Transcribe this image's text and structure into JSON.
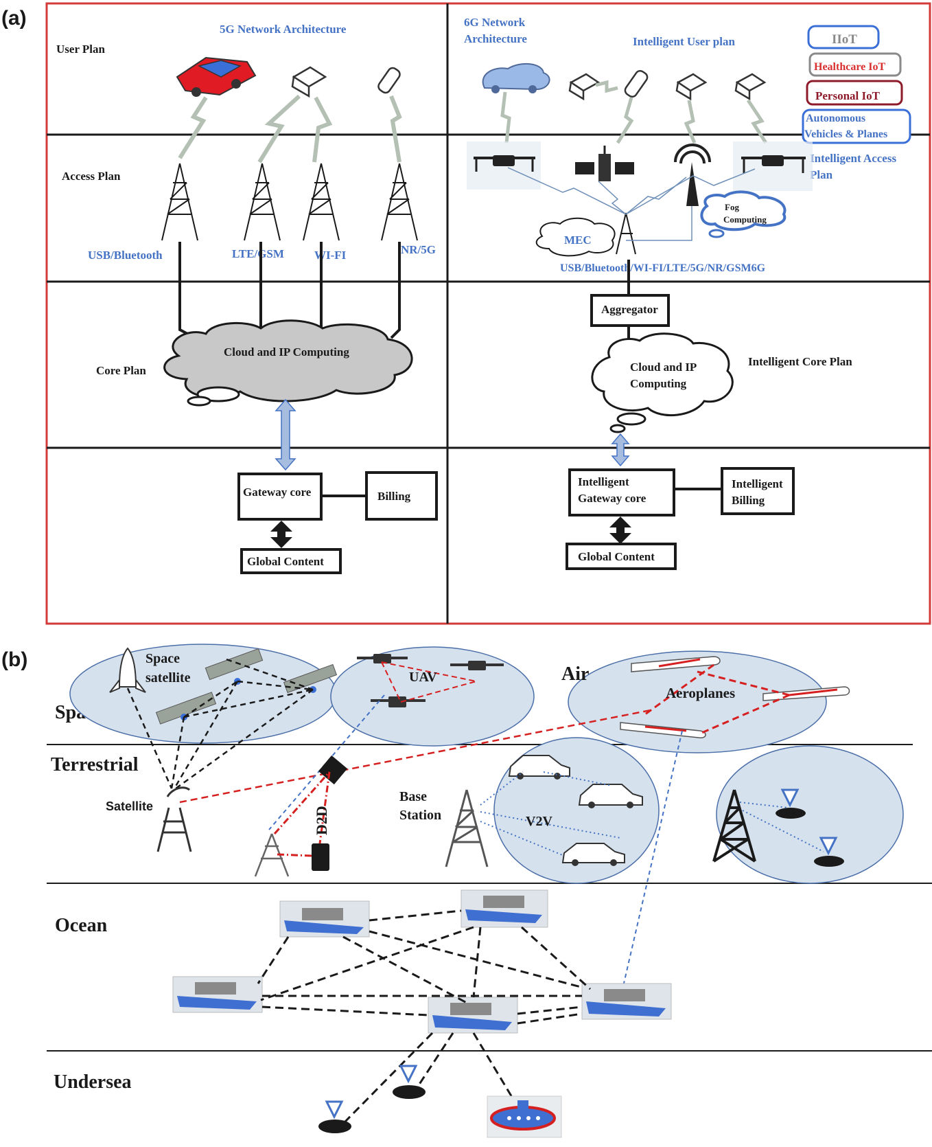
{
  "panel_a": {
    "label": "(a)",
    "left": {
      "title": "5G Network Architecture",
      "user_plan": "User Plan",
      "access_plan": "Access Plan",
      "core_plan": "Core Plan",
      "access_labels": [
        "USB/Bluetooth",
        "LTE/GSM",
        "WI-FI",
        "NR/5G"
      ],
      "cloud": "Cloud and IP Computing",
      "gateway": "Gateway core",
      "billing": "Billing",
      "global": "Global Content"
    },
    "right": {
      "title_line1": "6G Network",
      "title_line2": "Architecture",
      "user_plan": "Intelligent User plan",
      "access_line1": "Intelligent Access",
      "access_line2": "Plan",
      "core_plan": "Intelligent Core Plan",
      "iot": [
        "IIoT",
        "Healthcare IoT",
        "Personal IoT",
        "Autonomous",
        "Vehicles & Planes"
      ],
      "fog_line1": "Fog",
      "fog_line2": "Computing",
      "mec": "MEC",
      "protocols": "USB/Bluetooth/WI-FI/LTE/5G/NR/GSM6G",
      "aggregator": "Aggregator",
      "cloud_line1": "Cloud and IP",
      "cloud_line2": "Computing",
      "gateway_line1": "Intelligent",
      "gateway_line2": "Gateway core",
      "billing_line1": "Intelligent",
      "billing_line2": "Billing",
      "global": "Global Content"
    }
  },
  "panel_b": {
    "label": "(b)",
    "layers": [
      "Space",
      "Terrestrial",
      "Ocean",
      "Undersea"
    ],
    "space_sat_line1": "Space",
    "space_sat_line2": "satellite",
    "uav": "UAV",
    "air": "Air",
    "aeroplanes": "Aeroplanes",
    "satellite": "Satellite",
    "d2d": "D2D",
    "base_line1": "Base",
    "base_line2": "Station",
    "v2v": "V2V"
  },
  "colors": {
    "blue_text": "#4472c4",
    "red_border": "#d33a3a",
    "bubble_fill": "#d6e1ee",
    "red_link": "#d62020",
    "blue_link": "#4472c4",
    "ship_blue": "#3f6fd0"
  }
}
